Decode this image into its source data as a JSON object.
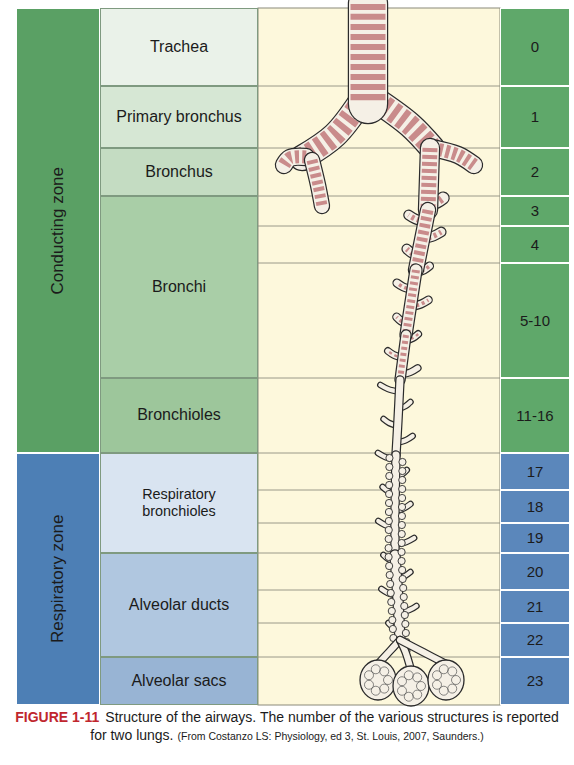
{
  "diagram": {
    "caption": "Structure of the airways. The number of the various structures is reported for two lungs.",
    "nodes": [
      {
        "text": [
          "Conducting zone"
        ]
      },
      {
        "text": [
          "Trachea"
        ]
      },
      {
        "text": [
          "0"
        ]
      },
      {
        "text": [
          "Primary bronchus"
        ]
      },
      {
        "text": [
          "1"
        ]
      },
      {
        "text": [
          "Bronchus"
        ]
      },
      {
        "text": [
          "2"
        ]
      },
      {
        "text": [
          "Bronchi"
        ]
      },
      {
        "text": [
          "3"
        ]
      },
      {
        "text": [
          "4"
        ]
      },
      {
        "text": [
          "5-10"
        ]
      },
      {
        "text": [
          "Bronchioles"
        ]
      },
      {
        "text": [
          "11-16"
        ]
      },
      {
        "text": [
          "Respiratory zone"
        ]
      },
      {
        "text": [
          "Respiratory bronchioles"
        ]
      },
      {
        "text": [
          "17"
        ]
      },
      {
        "text": [
          "18"
        ]
      },
      {
        "text": [
          "19"
        ]
      },
      {
        "text": [
          "Alveolar ducts"
        ]
      },
      {
        "text": [
          "20"
        ]
      },
      {
        "text": [
          "21"
        ]
      },
      {
        "text": [
          "22"
        ]
      },
      {
        "text": [
          "Alveolar sacs"
        ]
      },
      {
        "text": [
          "23"
        ]
      }
    ],
    "labels": [
      "FIGURE 1-11",
      "(From Costanzo LS: Physiology, ed 3, St. Louis, 2007, Saunders.)"
    ]
  }
}
